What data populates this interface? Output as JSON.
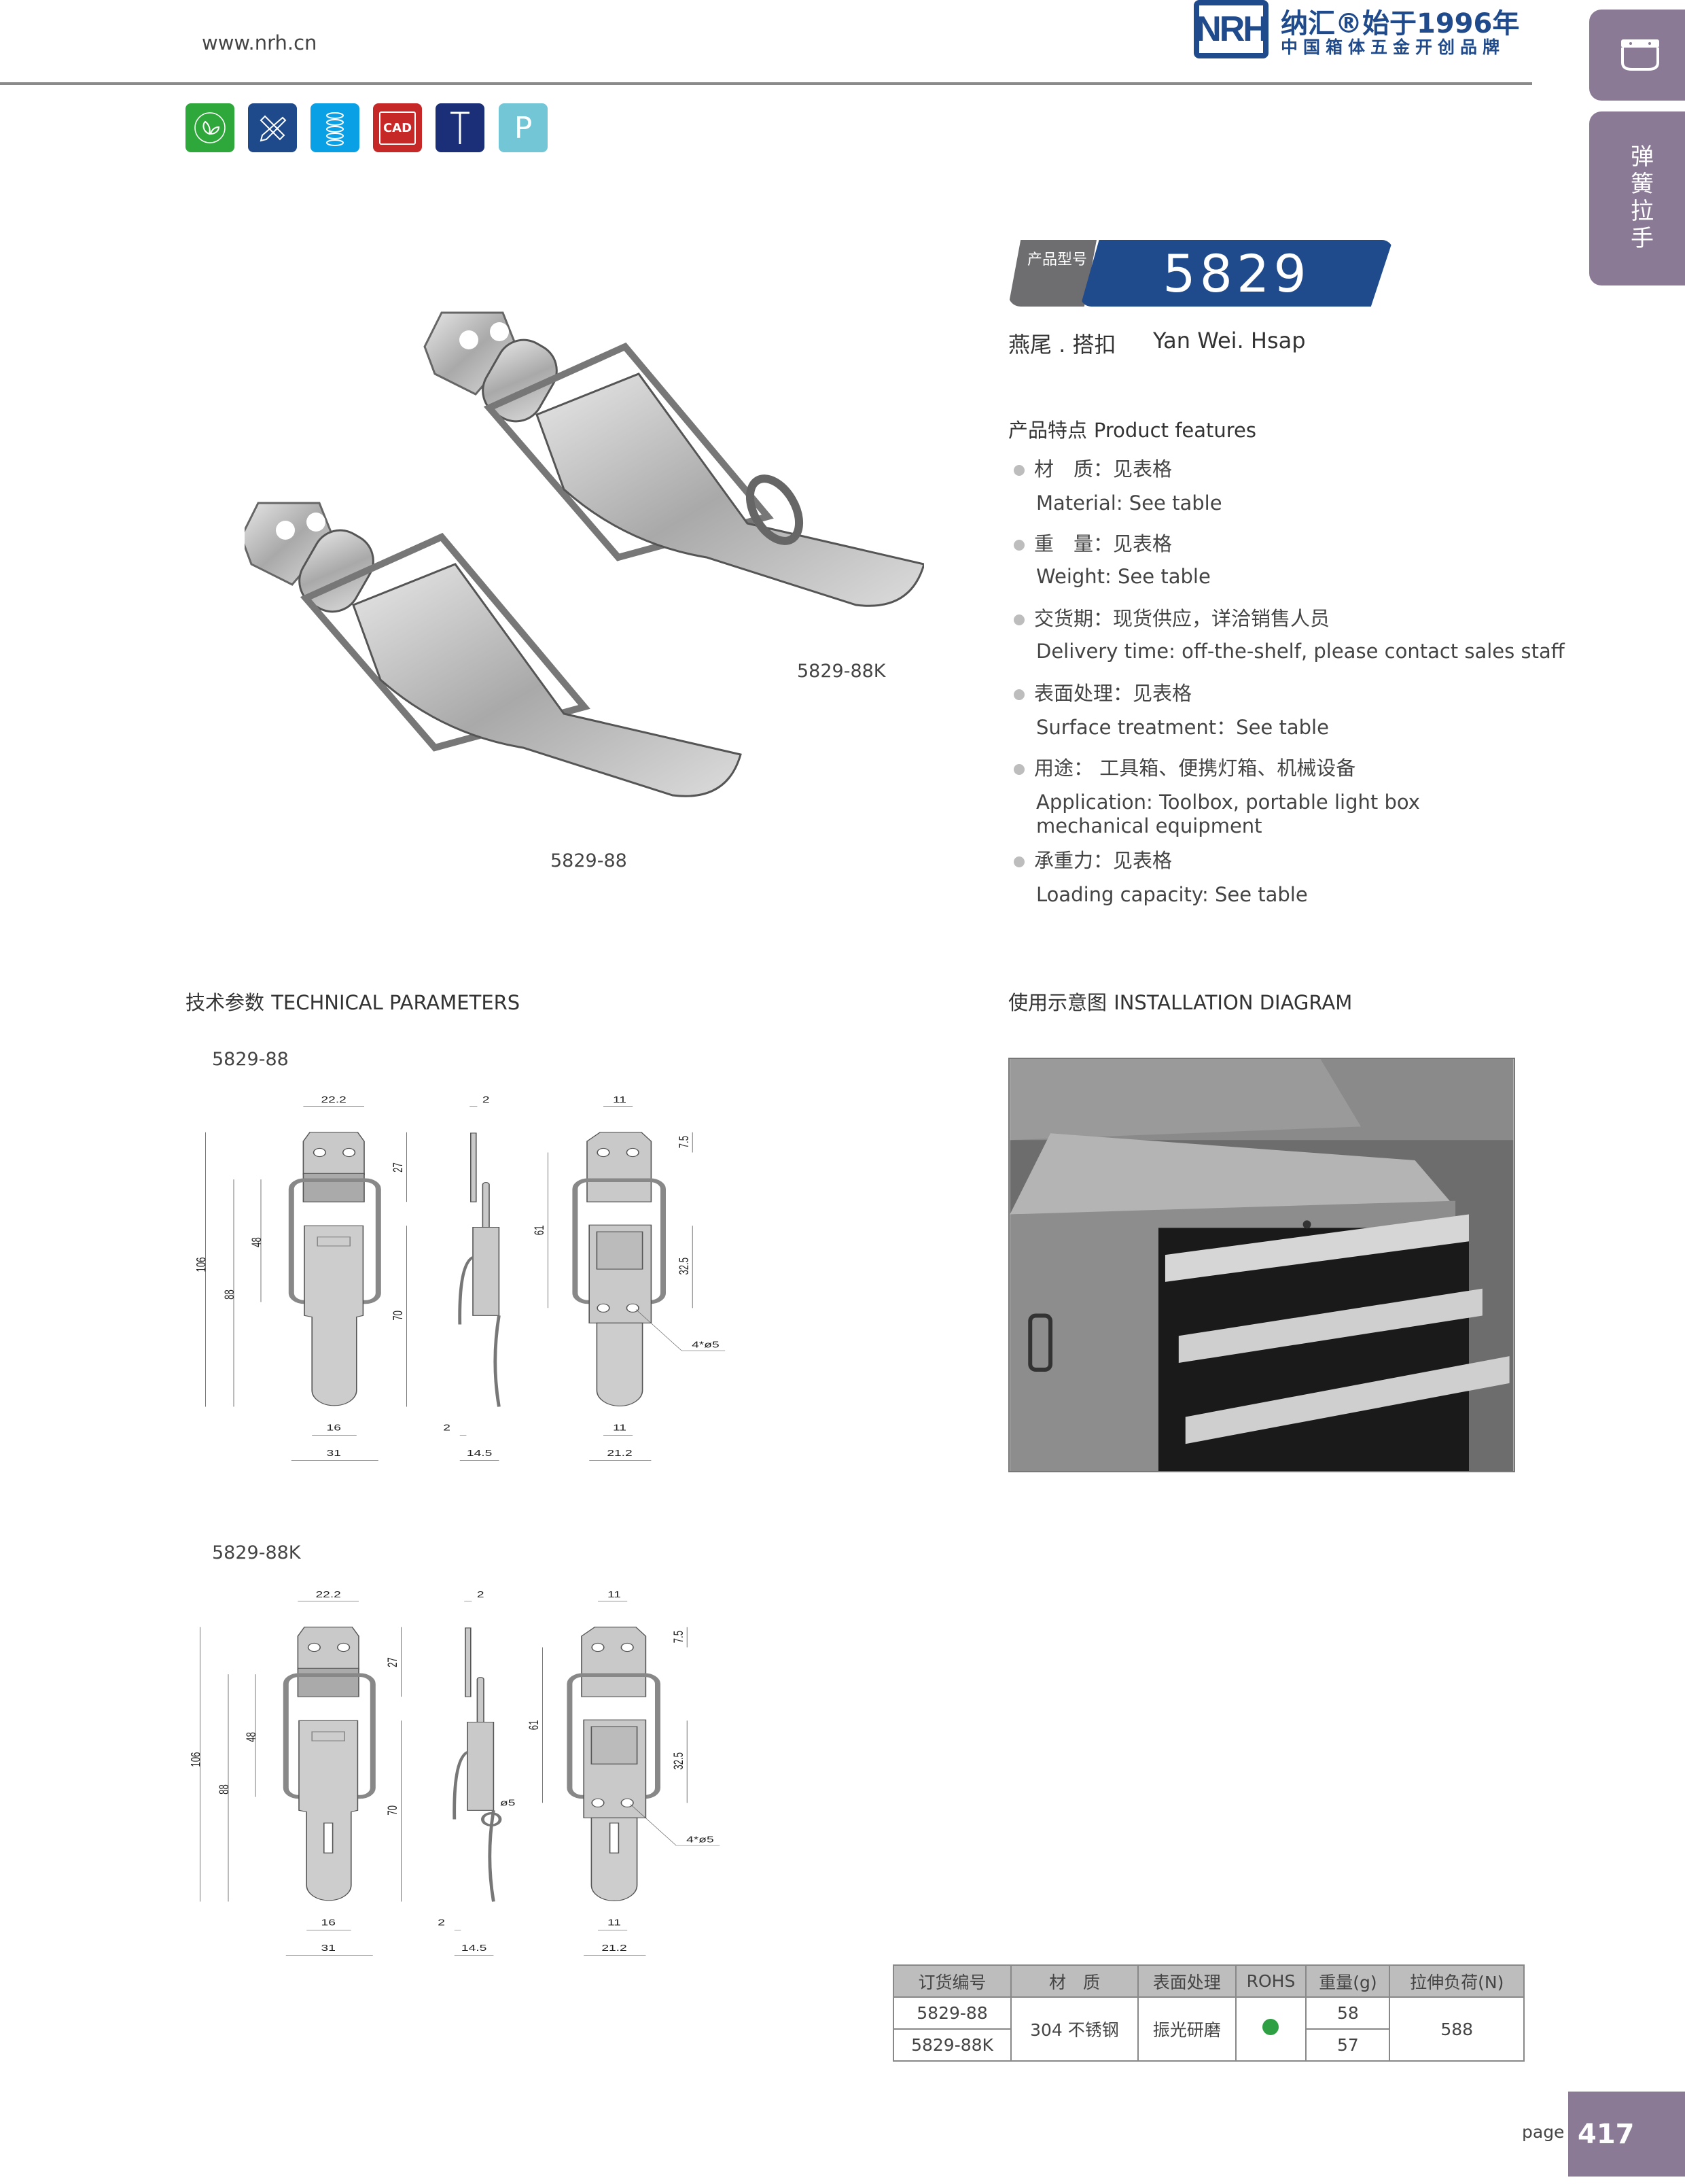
{
  "header": {
    "website": "www.nrh.cn",
    "logo_mark": "NRH",
    "logo_line1": "纳汇®始于1996年",
    "logo_line2": "中国箱体五金开创品牌"
  },
  "side_tabs": {
    "icon": "latch-icon",
    "category": "弹簧拉手"
  },
  "feature_icons": [
    {
      "name": "eco-leaf-icon",
      "color": "#2ea83a"
    },
    {
      "name": "design-ruler-pencil-icon",
      "color": "#1e4a8c"
    },
    {
      "name": "spring-icon",
      "color": "#0aa0e6"
    },
    {
      "name": "cad-file-icon",
      "color": "#c62828",
      "text": "CAD"
    },
    {
      "name": "screw-icon",
      "color": "#1a2f78"
    },
    {
      "name": "p-icon",
      "color": "#72c6d6",
      "text": "P"
    }
  ],
  "product": {
    "model_label": "产品型号",
    "model": "5829",
    "name_cn": "燕尾 . 搭扣",
    "name_en": "Yan Wei. Hsap"
  },
  "features": {
    "heading_cn": "产品特点",
    "heading_en": "Product features",
    "items": [
      {
        "cn": "材　质：见表格",
        "en": "Material: See table"
      },
      {
        "cn": "重　量：见表格",
        "en": " Weight: See table"
      },
      {
        "cn": "交货期：现货供应，详洽销售人员",
        "en": "Delivery time: off-the-shelf, please contact sales staff"
      },
      {
        "cn": "表面处理：见表格",
        "en": "Surface treatment：See table"
      },
      {
        "cn": "用途：  工具箱、便携灯箱、机械设备",
        "en": "Application: Toolbox, portable light box",
        "en2": "mechanical equipment"
      },
      {
        "cn": "承重力：见表格",
        "en": "Loading capacity: See table"
      }
    ]
  },
  "photos": {
    "label_a": "5829-88K",
    "label_b": "5829-88"
  },
  "tech": {
    "heading_cn": "技术参数",
    "heading_en": "TECHNICAL PARAMETERS"
  },
  "install": {
    "heading_cn": "使用示意图",
    "heading_en": "INSTALLATION DIAGRAM"
  },
  "drawings": [
    {
      "model": "5829-88",
      "d106": "106",
      "d88": "88",
      "d48": "48",
      "d27": "27",
      "d70": "70",
      "d222": "22.2",
      "d16": "16",
      "d31": "31",
      "s2top": "2",
      "s2bot": "2",
      "s145": "14.5",
      "b11top": "11",
      "b75": "7.5",
      "b61": "61",
      "b325": "32.5",
      "holes": "4*ø5",
      "b11bot": "11",
      "b212": "21.2"
    },
    {
      "model": "5829-88K",
      "d106": "106",
      "d88": "88",
      "d48": "48",
      "d27": "27",
      "d70": "70",
      "d222": "22.2",
      "d16": "16",
      "d31": "31",
      "s2top": "2",
      "s2bot": "2",
      "s145": "14.5",
      "ring": "ø5",
      "b11top": "11",
      "b75": "7.5",
      "b61": "61",
      "b325": "32.5",
      "holes": "4*ø5",
      "b11bot": "11",
      "b212": "21.2"
    }
  ],
  "table": {
    "headers": [
      "订货编号",
      "材　质",
      "表面处理",
      "ROHS",
      "重量(g)",
      "拉伸负荷(N)"
    ],
    "rows": [
      {
        "code": "5829-88",
        "weight": "58"
      },
      {
        "code": "5829-88K",
        "weight": "57"
      }
    ],
    "material": "304 不锈钢",
    "finish": "振光研磨",
    "rohs": true,
    "rohs_color": "#2ea043",
    "load": "588"
  },
  "page": {
    "label": "page",
    "number": "417"
  }
}
